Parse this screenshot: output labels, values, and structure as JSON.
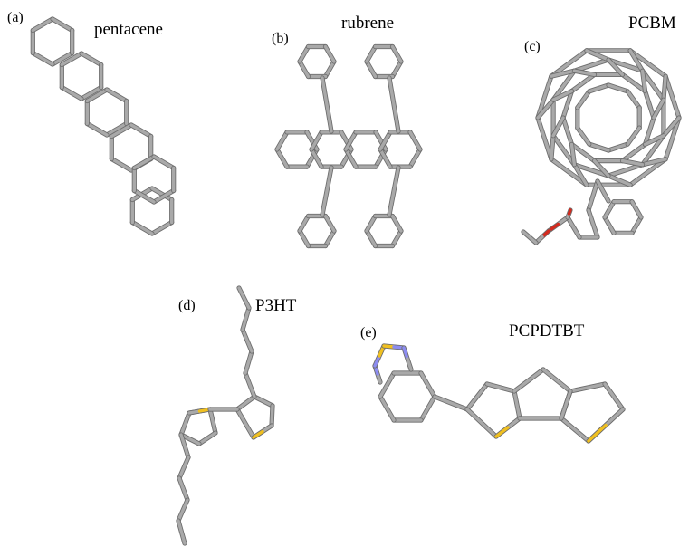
{
  "panels": [
    {
      "letter": "(a)",
      "name": "pentacene"
    },
    {
      "letter": "(b)",
      "name": "rubrene"
    },
    {
      "letter": "(c)",
      "name": "PCBM"
    },
    {
      "letter": "(d)",
      "name": "P3HT"
    },
    {
      "letter": "(e)",
      "name": "PCPDTBT"
    }
  ],
  "colors": {
    "carbon_bond": "#a9a9a9",
    "carbon_edge": "#6e6e6e",
    "oxygen": "#d42a1e",
    "sulfur": "#f0c020",
    "nitrogen": "#8c8cf0"
  }
}
